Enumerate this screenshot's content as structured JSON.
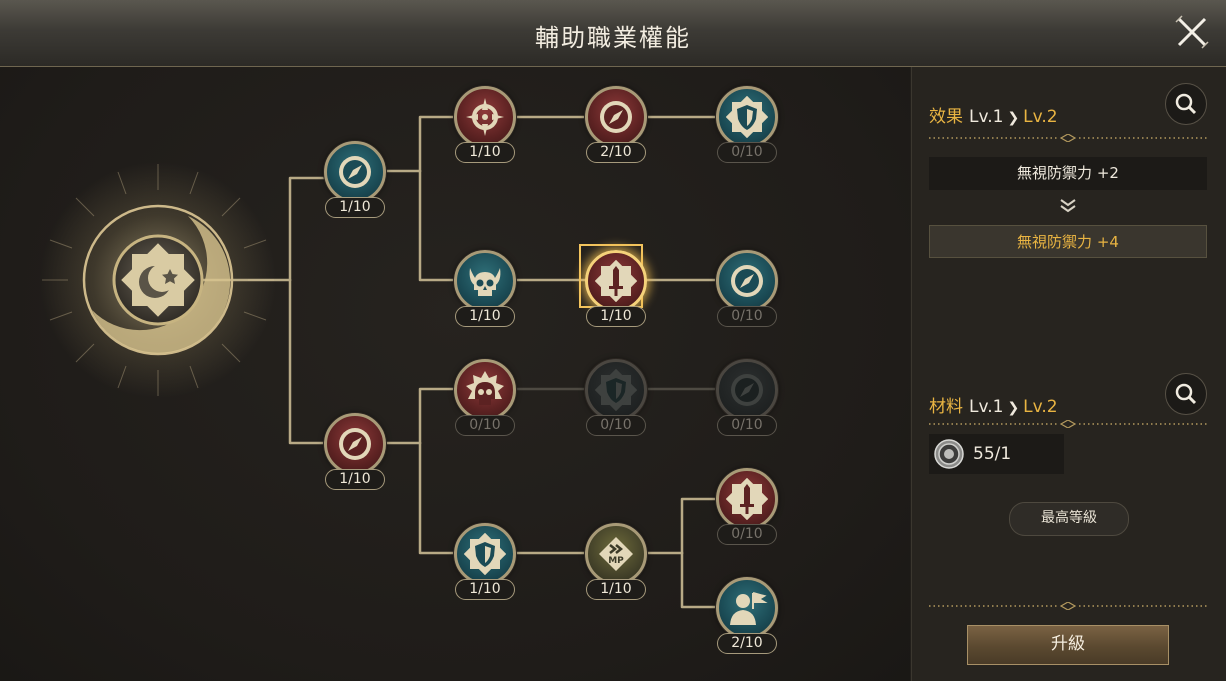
{
  "title": "輔助職業權能",
  "colors": {
    "accent": "#e9b442",
    "line": "#b8aa86"
  },
  "root": {
    "icon": "crescent-star-icon"
  },
  "nodes": [
    {
      "id": "b1",
      "icon": "compass-icon",
      "tint": "teal",
      "level": "1/10"
    },
    {
      "id": "b2",
      "icon": "compass-icon",
      "tint": "red",
      "level": "1/10"
    },
    {
      "id": "c1",
      "icon": "crosshair-icon",
      "tint": "red",
      "level": "1/10"
    },
    {
      "id": "c2",
      "icon": "compass-icon",
      "tint": "red",
      "level": "2/10"
    },
    {
      "id": "c3",
      "icon": "shield-icon",
      "tint": "teal",
      "level": "0/10"
    },
    {
      "id": "d1",
      "icon": "skull-horns-icon",
      "tint": "teal",
      "level": "1/10"
    },
    {
      "id": "d2",
      "icon": "sword-icon",
      "tint": "red",
      "level": "1/10"
    },
    {
      "id": "d3",
      "icon": "compass-icon",
      "tint": "teal",
      "level": "0/10"
    },
    {
      "id": "e1",
      "icon": "skull-burst-icon",
      "tint": "red",
      "level": "0/10"
    },
    {
      "id": "e2",
      "icon": "shield-icon",
      "tint": "dim",
      "level": "0/10"
    },
    {
      "id": "e3",
      "icon": "compass-icon",
      "tint": "dim",
      "level": "0/10"
    },
    {
      "id": "f1",
      "icon": "shield-icon",
      "tint": "teal",
      "level": "1/10"
    },
    {
      "id": "f2",
      "icon": "mp-icon",
      "tint": "olive",
      "level": "1/10"
    },
    {
      "id": "g1",
      "icon": "sword-icon",
      "tint": "red",
      "level": "0/10"
    },
    {
      "id": "g2",
      "icon": "person-flag-icon",
      "tint": "teal",
      "level": "2/10"
    }
  ],
  "effect": {
    "label": "效果",
    "lv_from": "Lv.1",
    "lv_to": "Lv.2",
    "current": "無視防禦力 +2",
    "next": "無視防禦力 +4"
  },
  "material": {
    "label": "材料",
    "lv_from": "Lv.1",
    "lv_to": "Lv.2",
    "count": "55/1",
    "icon": "ring-coin-icon"
  },
  "max_level_label": "最高等級",
  "upgrade_label": "升級"
}
